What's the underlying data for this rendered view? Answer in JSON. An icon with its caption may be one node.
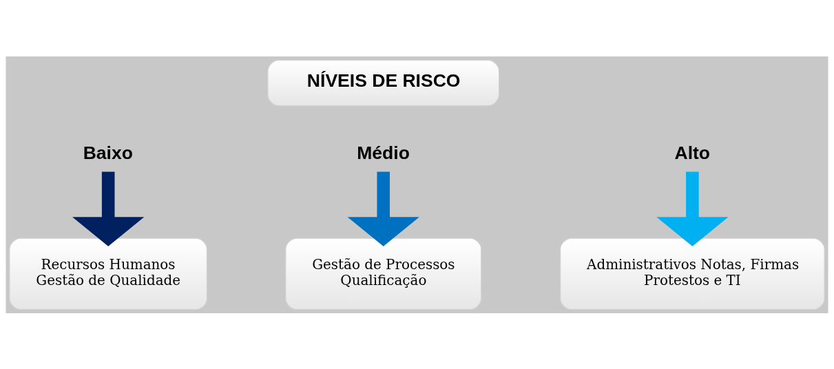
{
  "diagram": {
    "nodes": [
      {
        "text": [
          "NÍVEIS DE RISCO"
        ]
      },
      {
        "text": [
          "Baixo"
        ]
      },
      {
        "text": [
          "Médio"
        ]
      },
      {
        "text": [
          "Alto"
        ]
      },
      {
        "text": [
          "Recursos Humanos Gestão de Qualidade"
        ]
      },
      {
        "text": [
          "Gestão de Processos Qualificação"
        ]
      },
      {
        "text": [
          "Administrativos Notas, Firmas",
          "Protestos e TI"
        ]
      }
    ],
    "edges": [
      {
        "from": 1,
        "to": 4,
        "arrow": "to",
        "color": "#002060"
      },
      {
        "from": 2,
        "to": 5,
        "arrow": "to",
        "color": "#0070c0"
      },
      {
        "from": 3,
        "to": 6,
        "arrow": "to",
        "color": "#00b0f0"
      }
    ]
  }
}
